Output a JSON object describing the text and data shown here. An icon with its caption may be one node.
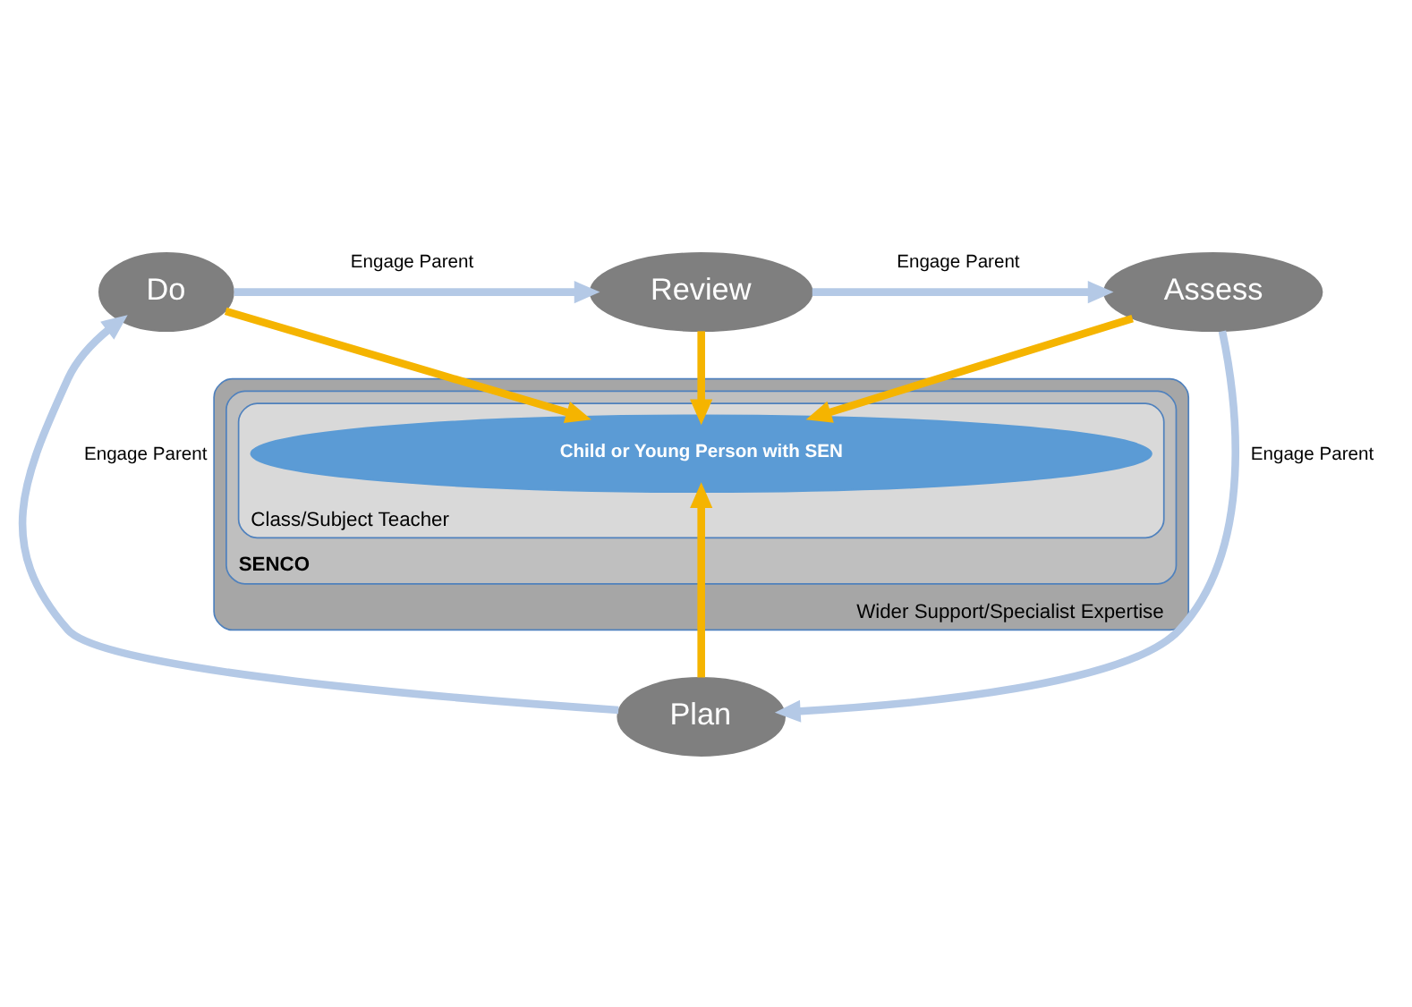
{
  "diagram": {
    "nodes": [
      {
        "text": [
          "Review"
        ]
      },
      {
        "text": [
          "Wider Support/Specialist Expertise"
        ]
      },
      {
        "text": [
          "SENCO"
        ],
        "in": 1
      },
      {
        "text": [
          "Class/Subject Teacher"
        ],
        "in": 2
      },
      {
        "text": [
          "Do"
        ]
      },
      {
        "text": [
          "Child or Young Person with SEN"
        ],
        "in": 3
      },
      {
        "text": [
          "Assess"
        ]
      },
      {
        "text": [
          "Plan"
        ]
      }
    ],
    "edges": [
      {
        "from": 0,
        "to": 6,
        "arrow": "to",
        "label": "Engage Parent",
        "color": "#b4c9e6"
      },
      {
        "from": 6,
        "to": 7,
        "arrow": "to",
        "label": "Engage Parent",
        "color": "#b4c9e6"
      },
      {
        "from": 7,
        "to": 4,
        "arrow": "to",
        "label": "Engage Parent",
        "color": "#b4c9e6"
      },
      {
        "from": 4,
        "to": 0,
        "arrow": "to",
        "label": "Engage Parent",
        "color": "#b4c9e6"
      },
      {
        "from": 0,
        "to": 5,
        "arrow": "to",
        "color": "#f5b400"
      },
      {
        "from": 4,
        "to": 5,
        "arrow": "to",
        "color": "#f5b400"
      },
      {
        "from": 6,
        "to": 5,
        "arrow": "to",
        "color": "#f5b400"
      },
      {
        "from": 7,
        "to": 5,
        "arrow": "to",
        "color": "#f5b400"
      }
    ]
  }
}
